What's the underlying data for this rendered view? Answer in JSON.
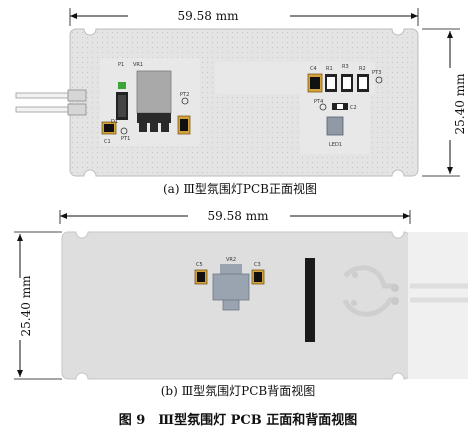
{
  "top_view": {
    "width_dim": "59.58 mm",
    "height_dim": "25.40 mm",
    "caption": "(a) Ⅲ型氛围灯PCB正面视图",
    "silkscreen": {
      "p1": "P1",
      "vr1": "VR1",
      "pt2": "PT2",
      "d1": "D1",
      "c1": "C1",
      "pt1": "PT1",
      "c4": "C4",
      "r1": "R1",
      "r3": "R3",
      "r2": "R2",
      "pt3": "PT3",
      "pt4": "PT4",
      "c2": "C2",
      "led1": "LED1"
    }
  },
  "bottom_view": {
    "width_dim": "59.58 mm",
    "height_dim": "25.40 mm",
    "caption": "(b) Ⅲ型氛围灯PCB背面视图",
    "silkscreen": {
      "c5": "C5",
      "vr2": "VR2",
      "c3": "C3"
    }
  },
  "figure_caption": "图 9　Ⅲ型氛围灯 PCB 正面和背面视图"
}
